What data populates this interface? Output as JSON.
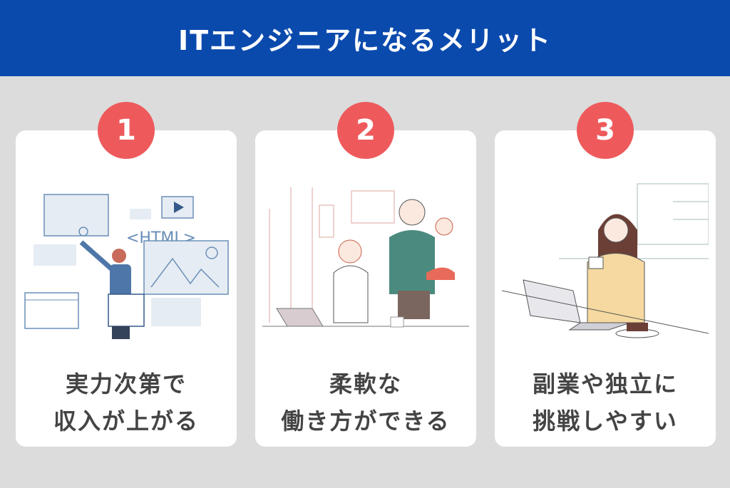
{
  "header": {
    "title": "ITエンジニアになるメリット"
  },
  "cards": [
    {
      "number": "1",
      "line1": "実力次第で",
      "line2": "収入が上がる",
      "illustration_label": "<HTML>"
    },
    {
      "number": "2",
      "line1": "柔軟な",
      "line2": "働き方ができる"
    },
    {
      "number": "3",
      "line1": "副業や独立に",
      "line2": "挑戦しやすい"
    }
  ],
  "colors": {
    "header": "#0b4aad",
    "accent": "#ee5a5c",
    "background": "#dcdcdc",
    "text": "#444444"
  }
}
